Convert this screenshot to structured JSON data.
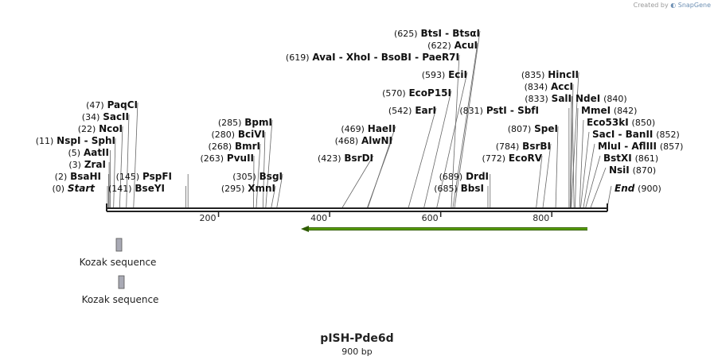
{
  "credit": {
    "prefix": "Created by",
    "brand": "SnapGene"
  },
  "plasmid": {
    "name": "pISH-Pde6d",
    "length": 900,
    "length_label": "900 bp"
  },
  "colors": {
    "backbone": "#222222",
    "feature_arrow": "#5aa000",
    "feature_fill": "#a9aab5",
    "leader": "#666666"
  },
  "ruler_ticks": [
    {
      "pos": 200,
      "label": "200"
    },
    {
      "pos": 400,
      "label": "400"
    },
    {
      "pos": 600,
      "label": "600"
    },
    {
      "pos": 800,
      "label": "800"
    }
  ],
  "sites": [
    {
      "pos": "(0)",
      "name": "Start",
      "italic": true,
      "bp": 0
    },
    {
      "pos": "(2)",
      "name": "BsaHI",
      "bp": 2
    },
    {
      "pos": "(3)",
      "name": "ZraI",
      "bp": 3
    },
    {
      "pos": "(5)",
      "name": "AatII",
      "bp": 5
    },
    {
      "pos": "(11)",
      "name": "NspI  - SphI",
      "bp": 11
    },
    {
      "pos": "(22)",
      "name": "NcoI",
      "bp": 22
    },
    {
      "pos": "(34)",
      "name": "SacII",
      "bp": 34
    },
    {
      "pos": "(47)",
      "name": "PaqCI",
      "bp": 47
    },
    {
      "pos": "(141)",
      "name": "BseYI",
      "bp": 141
    },
    {
      "pos": "(145)",
      "name": "PspFI",
      "bp": 145
    },
    {
      "pos": "(295)",
      "name": "XmnI",
      "bp": 295
    },
    {
      "pos": "(305)",
      "name": "BsgI",
      "bp": 305
    },
    {
      "pos": "(263)",
      "name": "PvuII",
      "bp": 263
    },
    {
      "pos": "(268)",
      "name": "BmrI",
      "bp": 268
    },
    {
      "pos": "(280)",
      "name": "BciVI",
      "bp": 280
    },
    {
      "pos": "(285)",
      "name": "BpmI",
      "bp": 285
    },
    {
      "pos": "(423)",
      "name": "BsrDI",
      "bp": 423
    },
    {
      "pos": "(468)",
      "name": "AlwNI",
      "bp": 468
    },
    {
      "pos": "(469)",
      "name": "HaeII",
      "bp": 469
    },
    {
      "pos": "(542)",
      "name": "EarI",
      "bp": 542
    },
    {
      "pos": "(570)",
      "name": "EcoP15I",
      "bp": 570
    },
    {
      "pos": "(593)",
      "name": "EciI",
      "bp": 593
    },
    {
      "pos": "(619)",
      "name": "AvaI  - XhoI  - BsoBI  - PaeR7I",
      "bp": 619
    },
    {
      "pos": "(622)",
      "name": "AcuI",
      "bp": 622
    },
    {
      "pos": "(625)",
      "name": "BtsI  - BtsαI",
      "bp": 625
    },
    {
      "pos": "(685)",
      "name": "BbsI",
      "bp": 685
    },
    {
      "pos": "(689)",
      "name": "DrdI",
      "bp": 689
    },
    {
      "pos": "(772)",
      "name": "EcoRV",
      "bp": 772
    },
    {
      "pos": "(784)",
      "name": "BsrBI",
      "bp": 784
    },
    {
      "pos": "(807)",
      "name": "SpeI",
      "bp": 807
    },
    {
      "pos": "(831)",
      "name": "PstI  - SbfI",
      "bp": 831
    },
    {
      "pos": "(833)",
      "name": "SalI",
      "bp": 833
    },
    {
      "pos": "(834)",
      "name": "AccI",
      "bp": 834
    },
    {
      "pos": "(835)",
      "name": "HincII",
      "bp": 835
    },
    {
      "pos": "(840)",
      "name": "NdeI",
      "bp": 840,
      "side": "right"
    },
    {
      "pos": "(842)",
      "name": "MmeI",
      "bp": 842,
      "side": "right"
    },
    {
      "pos": "(850)",
      "name": "Eco53kI",
      "bp": 850,
      "side": "right"
    },
    {
      "pos": "(852)",
      "name": "SacI  - BanII",
      "bp": 852,
      "side": "right"
    },
    {
      "pos": "(857)",
      "name": "MluI  - AflIII",
      "bp": 857,
      "side": "right"
    },
    {
      "pos": "(861)",
      "name": "BstXI",
      "bp": 861,
      "side": "right"
    },
    {
      "pos": "(870)",
      "name": "NsiI",
      "bp": 870,
      "side": "right"
    },
    {
      "pos": "(900)",
      "name": "End",
      "italic": true,
      "bp": 900,
      "side": "right"
    }
  ],
  "features": [
    {
      "name": "Kozak sequence"
    },
    {
      "name": "Kozak sequence"
    }
  ]
}
